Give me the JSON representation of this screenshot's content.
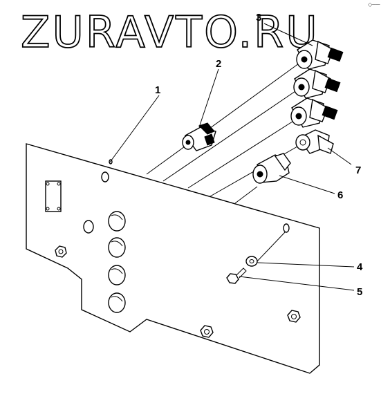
{
  "watermark": "ZURAVTO.RU",
  "corner_mark": "◇──",
  "callouts": {
    "c1": "1",
    "c2": "2",
    "c3": "3",
    "c4": "4",
    "c5": "5",
    "c6": "6",
    "c7": "7"
  }
}
